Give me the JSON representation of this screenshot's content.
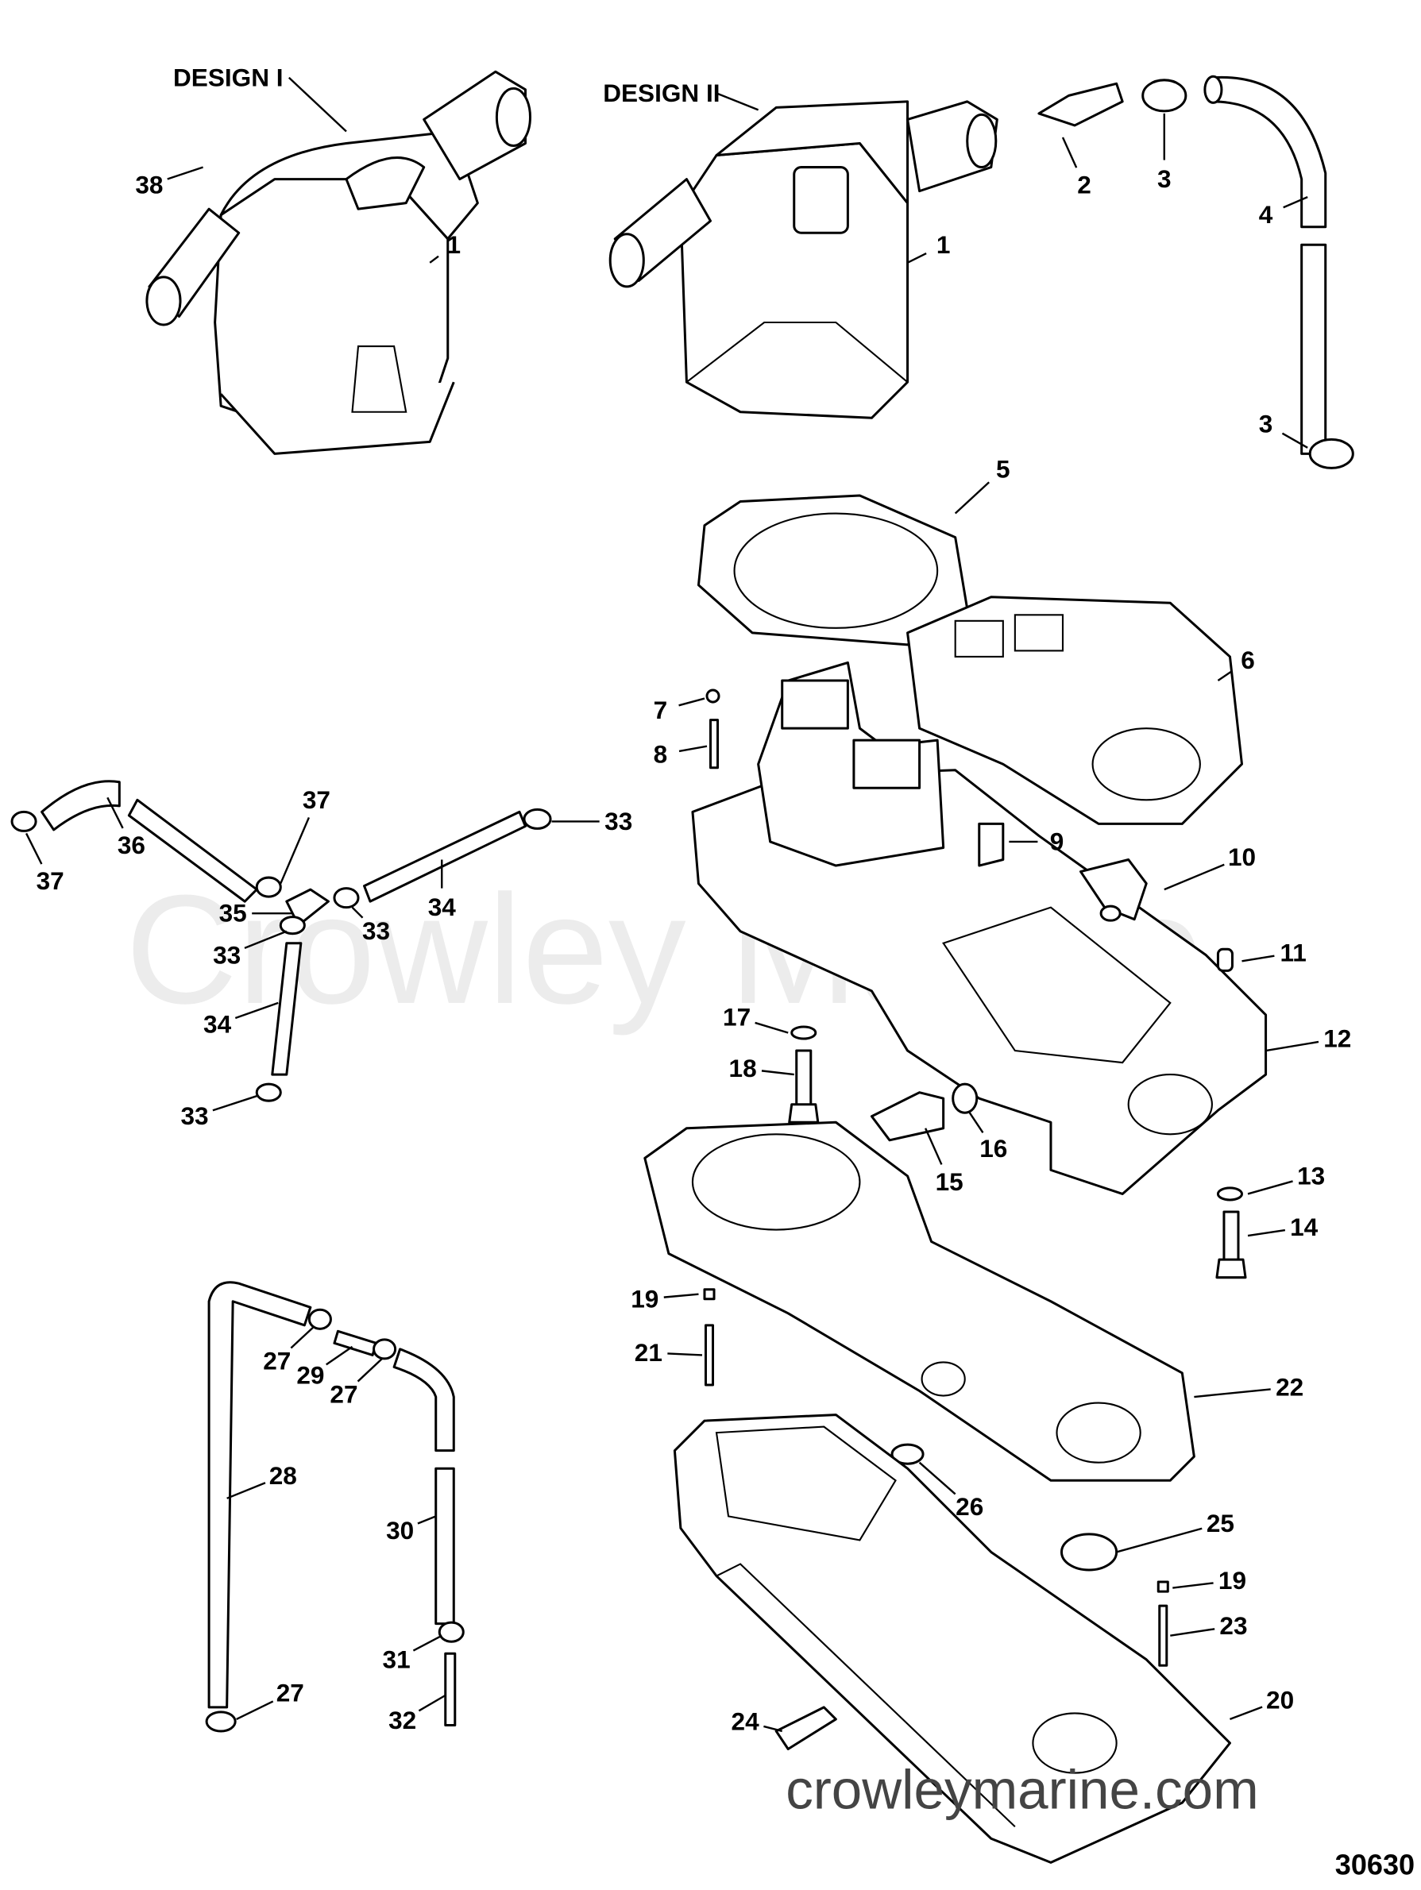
{
  "diagram": {
    "design_labels": [
      "DESIGN I",
      "DESIGN II"
    ],
    "callouts": [
      "38",
      "1",
      "1",
      "2",
      "3",
      "4",
      "3",
      "5",
      "6",
      "7",
      "8",
      "9",
      "10",
      "33",
      "37",
      "36",
      "37",
      "35",
      "33",
      "34",
      "33",
      "34",
      "33",
      "11",
      "17",
      "18",
      "12",
      "16",
      "15",
      "13",
      "14",
      "19",
      "21",
      "27",
      "29",
      "27",
      "22",
      "28",
      "26",
      "30",
      "25",
      "19",
      "23",
      "31",
      "27",
      "32",
      "20",
      "24"
    ],
    "watermark": "Crowley Marine",
    "website": "crowleymarine.com",
    "figure_number": "30630"
  }
}
